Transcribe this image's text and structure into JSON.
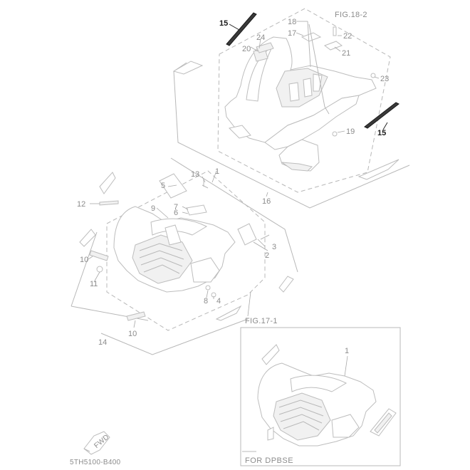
{
  "diagram": {
    "fig_rear": "FIG.18-2",
    "fig_front": "FIG.17-1",
    "inset_caption": "FOR DPBSE",
    "drawing_code": "5TH5100-B400",
    "fwd_arrow": "FWD",
    "callouts": {
      "c15a": "15",
      "c15b": "15",
      "c18": "18",
      "c17": "17",
      "c22": "22",
      "c24": "24",
      "c20": "20",
      "c21": "21",
      "c23": "23",
      "c19": "19",
      "c16": "16",
      "c13": "13",
      "c1": "1",
      "c5": "5",
      "c12": "12",
      "c9": "9",
      "c7": "7",
      "c6": "6",
      "c3": "3",
      "c2": "2",
      "c10a": "10",
      "c11": "11",
      "c8": "8",
      "c4": "4",
      "c10b": "10",
      "c14": "14",
      "c1inset": "1"
    }
  }
}
